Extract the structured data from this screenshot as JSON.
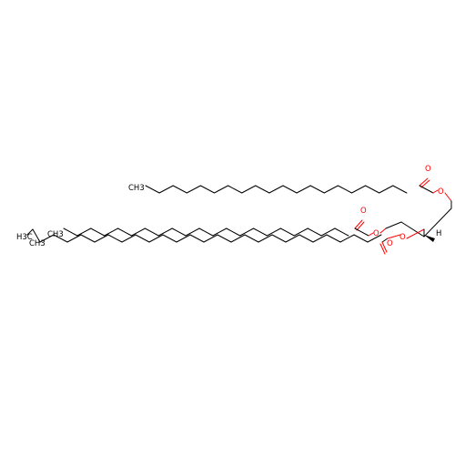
{
  "colors": {
    "carbon": "#000000",
    "oxygen": "#ff0000",
    "background": "#ffffff"
  },
  "molecule": {
    "atom_labels": {
      "ch3_top": "CH3",
      "ch3_middle": "CH3",
      "h3c_bottom": "H3C",
      "ch3_bottom": "CH3",
      "h_stereo": "H",
      "o_carbonyl_1": "O",
      "o_ester_1": "O",
      "o_carbonyl_2": "O",
      "o_ester_2": "O",
      "o_carbonyl_3": "O",
      "o_ester_3": "O"
    }
  }
}
